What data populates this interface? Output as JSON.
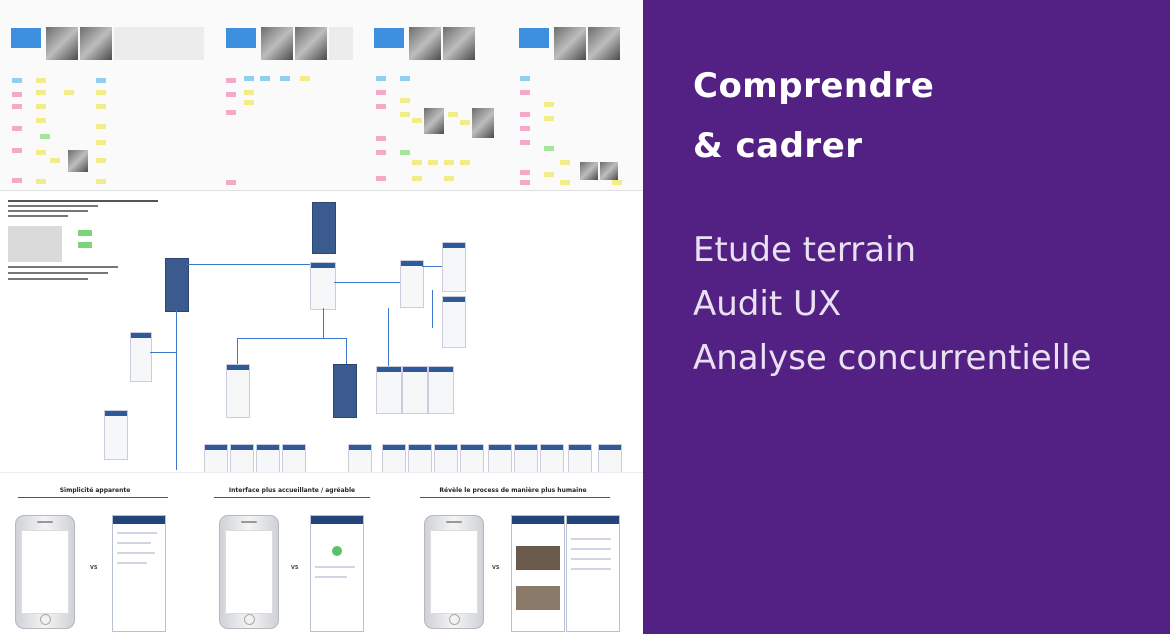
{
  "slide": {
    "headline_line1": "Comprendre",
    "headline_line2": "& cadrer",
    "items": [
      "Etude terrain",
      "Audit UX",
      "Analyse concurrentielle"
    ]
  },
  "colors": {
    "purple": "#522183",
    "heading_text": "#ffffff",
    "item_text": "#e9e1f2"
  },
  "comparison": {
    "captions": [
      "Simplicité apparente",
      "Interface plus accueillante / agréable",
      "Révèle le process de manière plus humaine"
    ],
    "vs_label": "VS"
  }
}
